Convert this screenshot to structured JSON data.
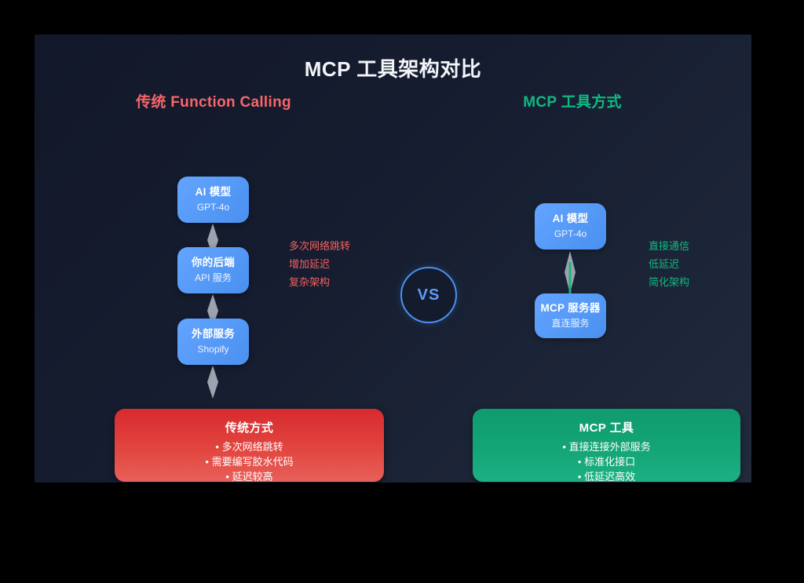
{
  "diagram": {
    "title": "MCP 工具架构对比",
    "vs_label": "VS",
    "left": {
      "heading": "传统 Function Calling",
      "flow": [
        {
          "title": "AI 模型",
          "subtitle": "GPT-4o"
        },
        {
          "title": "你的后端",
          "subtitle": "API 服务"
        },
        {
          "title": "外部服务",
          "subtitle": "Shopify"
        }
      ],
      "notes": [
        "多次网络跳转",
        "增加延迟",
        "复杂架构"
      ],
      "summary": {
        "title": "传统方式",
        "bullets": [
          "• 多次网络跳转",
          "• 需要编写胶水代码",
          "• 延迟较高"
        ]
      }
    },
    "right": {
      "heading": "MCP 工具方式",
      "flow": [
        {
          "title": "AI 模型",
          "subtitle": "GPT-4o"
        },
        {
          "title": "MCP 服务器",
          "subtitle": "直连服务"
        }
      ],
      "notes": [
        "直接通信",
        "低延迟",
        "简化架构"
      ],
      "summary": {
        "title": "MCP 工具",
        "bullets": [
          "• 直接连接外部服务",
          "• 标准化接口",
          "• 低延迟高效"
        ]
      }
    },
    "colors": {
      "page_background": "#000000",
      "panel_background": "#131a2c",
      "title": "#f3f5f9",
      "left_accent": "#f8666a",
      "right_accent": "#10b981",
      "box_blue": "#4a90f0",
      "connector_grey": "#9ca3af",
      "connector_green": "#10b981",
      "bad_card": "#d82a2f",
      "good_card": "#0f9b6e"
    }
  }
}
